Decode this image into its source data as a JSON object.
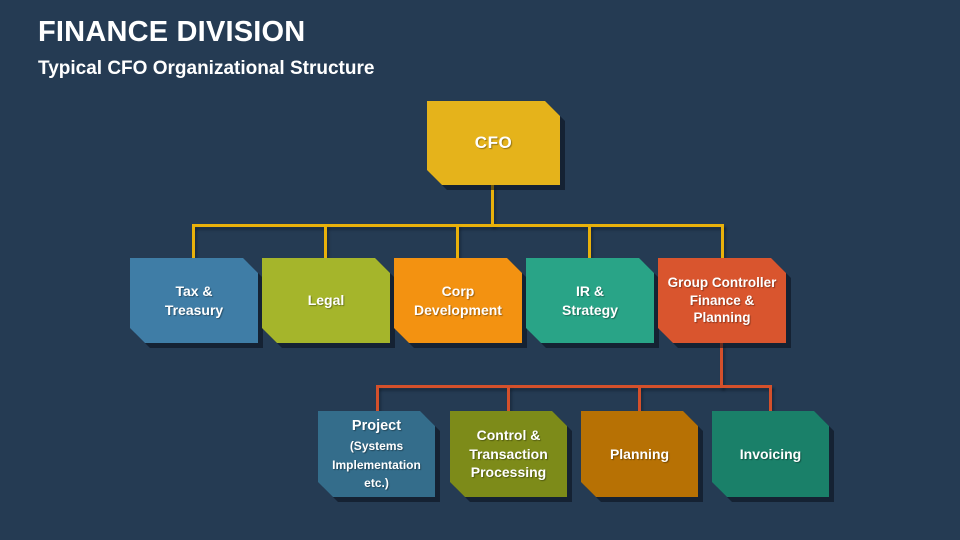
{
  "header": {
    "title": "FINANCE DIVISION",
    "subtitle": "Typical CFO Organizational Structure"
  },
  "colors": {
    "background": "#253B53",
    "text": "#FFFFFF",
    "connector_top": "#E9B10B",
    "connector_sub": "#D4502B"
  },
  "chart_nodes": {
    "cfo": {
      "label": "CFO",
      "color": "#E5B31B"
    },
    "tax_treasury": {
      "label": "Tax &\nTreasury",
      "color": "#3F7DA6"
    },
    "legal": {
      "label": "Legal",
      "color": "#A5B52B"
    },
    "corp_development": {
      "label": "Corp\nDevelopment",
      "color": "#F39211"
    },
    "ir_strategy": {
      "label": "IR &\nStrategy",
      "color": "#29A487"
    },
    "group_controller": {
      "label": "Group Controller\nFinance &\nPlanning",
      "color": "#D9552E"
    },
    "project": {
      "label_main": "Project ",
      "label_detail": "(Systems\nImplementation\netc.)",
      "color": "#346D8B"
    },
    "control_transaction": {
      "label": "Control &\nTransaction\nProcessing",
      "color": "#7D8B19"
    },
    "planning": {
      "label": "Planning",
      "color": "#B77104"
    },
    "invoicing": {
      "label": "Invoicing",
      "color": "#1A8069"
    }
  },
  "hierarchy": {
    "root": "CFO",
    "children_of_cfo": [
      "Tax & Treasury",
      "Legal",
      "Corp Development",
      "IR & Strategy",
      "Group Controller Finance & Planning"
    ],
    "children_of_group_controller": [
      "Project (Systems Implementation etc.)",
      "Control & Transaction Processing",
      "Planning",
      "Invoicing"
    ]
  }
}
